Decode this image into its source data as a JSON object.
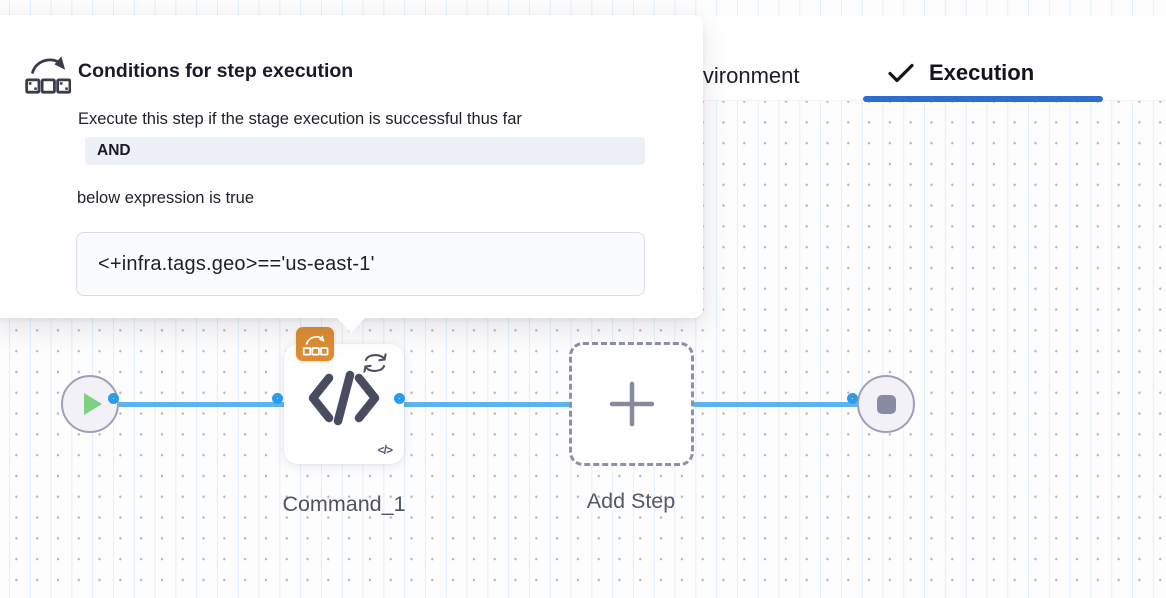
{
  "popover": {
    "icon": "conditional-execution-icon",
    "title": "Conditions for step execution",
    "description": "Execute this step if the stage execution is successful thus far",
    "operator_badge": "AND",
    "expression_intro": "below expression is true",
    "expression": "<+infra.tags.geo>=='us-east-1'"
  },
  "tabs": {
    "environment": {
      "label": "Environment"
    },
    "execution": {
      "label": "Execution",
      "icon": "check-icon",
      "active": true
    }
  },
  "pipeline": {
    "start_node": {
      "icon": "play-icon"
    },
    "step": {
      "label": "Command_1",
      "badges": [
        "conditional-execution-badge",
        "loop-icon"
      ],
      "icon": "code-icon",
      "mini_glyph": "</>"
    },
    "add_step": {
      "label": "Add Step",
      "icon": "plus-icon"
    },
    "end_node": {
      "icon": "stop-icon"
    }
  },
  "colors": {
    "active_tab_underline": "#2f6cd0",
    "connector_line": "#5db3ef",
    "port_ring": "#2d9bec",
    "conditional_badge_orange": "#dd8c33",
    "play_green": "#7ed07f",
    "node_fill": "#f2f1f7"
  }
}
